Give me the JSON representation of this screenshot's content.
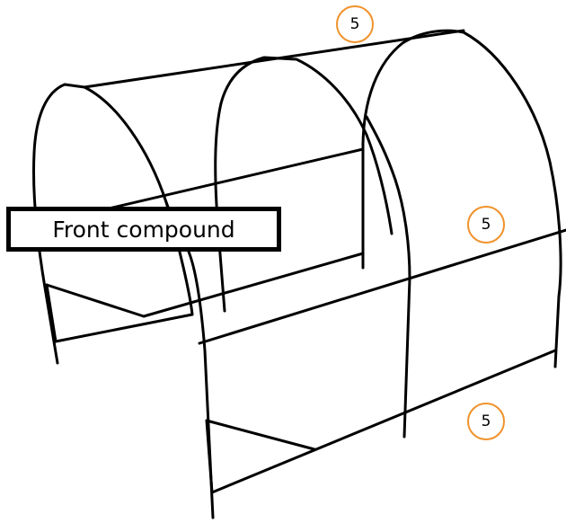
{
  "label": {
    "text": "Front compound"
  },
  "callouts": [
    {
      "value": "5"
    },
    {
      "value": "5"
    },
    {
      "value": "5"
    }
  ],
  "colors": {
    "line": "#000000",
    "callout_outline": "#f0922b",
    "label_border": "#000000",
    "background": "#ffffff"
  }
}
